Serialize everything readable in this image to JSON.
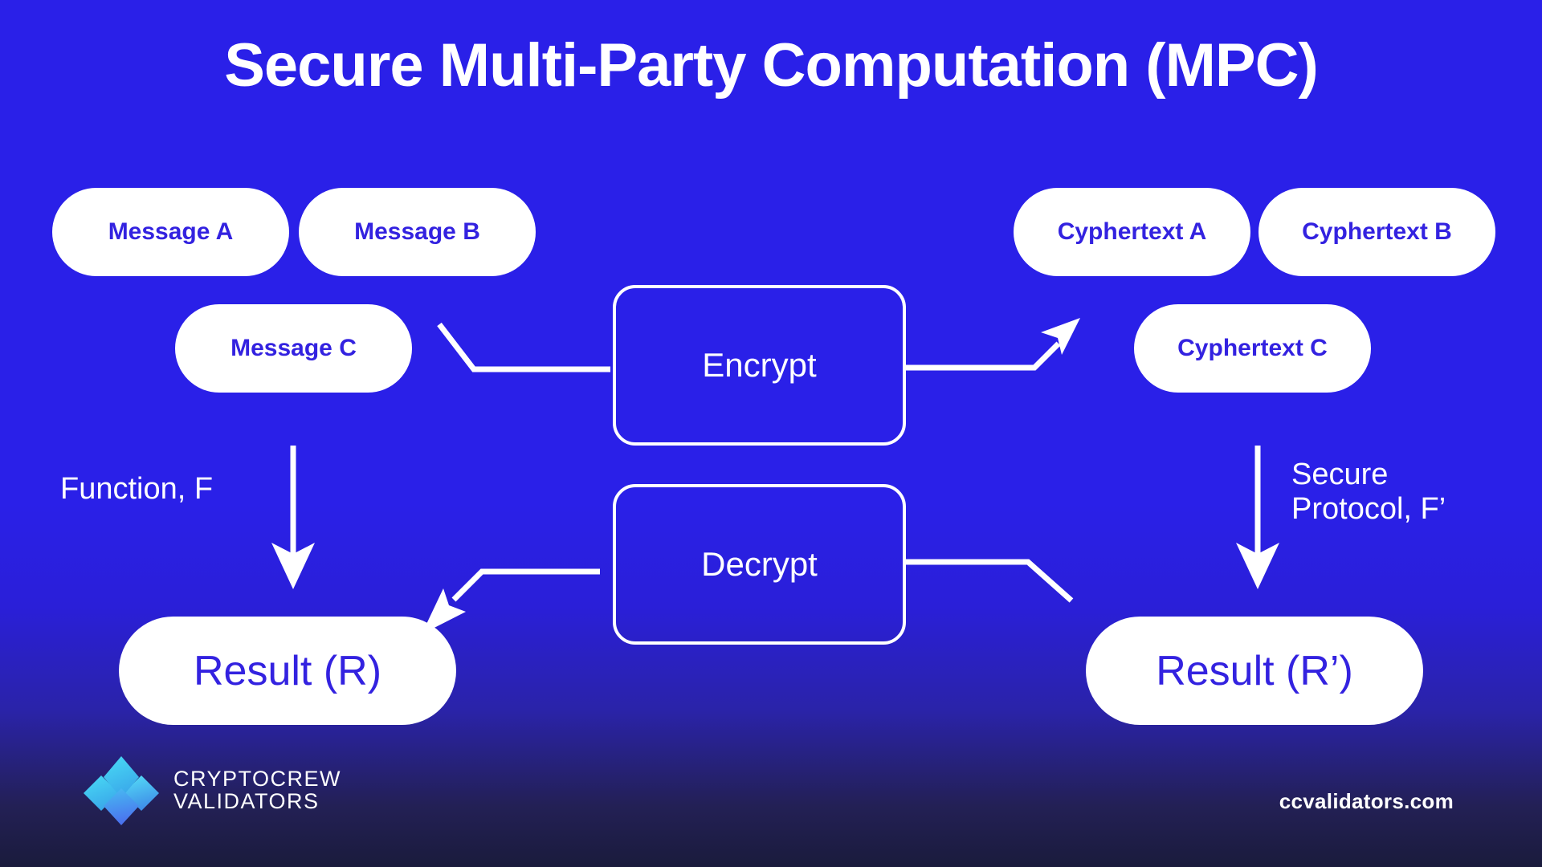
{
  "title": "Secure Multi-Party Computation (MPC)",
  "nodes": {
    "message_a": "Message A",
    "message_b": "Message B",
    "message_c": "Message C",
    "cyphertext_a": "Cyphertext A",
    "cyphertext_b": "Cyphertext B",
    "cyphertext_c": "Cyphertext C",
    "encrypt": "Encrypt",
    "decrypt": "Decrypt",
    "result_r": "Result (R)",
    "result_rp": "Result (R’)"
  },
  "labels": {
    "function_f": "Function, F",
    "secure_protocol": "Secure\nProtocol, F’"
  },
  "footer": {
    "logo_line1": "CRYPTOCREW",
    "logo_line2": "VALIDATORS",
    "url": "ccvalidators.com"
  },
  "colors": {
    "background_top": "#2a20e8",
    "background_bottom": "#1a1b3c",
    "pill_fill": "#ffffff",
    "pill_text": "#3322e0",
    "stroke": "#ffffff",
    "logo_cyan": "#3fd0f0",
    "logo_blue": "#4a7df0"
  }
}
